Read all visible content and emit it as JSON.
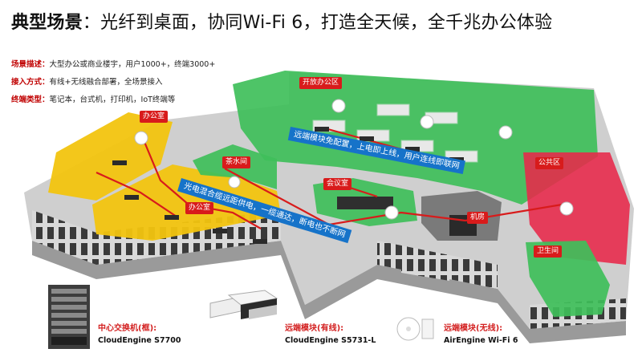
{
  "title": {
    "bold": "典型场景",
    "rest": "：光纤到桌面，协同Wi-Fi 6，打造全天候，全千兆办公体验"
  },
  "description": [
    {
      "key": "场景描述：",
      "value": "大型办公或商业楼宇，用户1000+，终端3000+"
    },
    {
      "key": "接入方式：",
      "value": "有线+无线融合部署，全场景接入"
    },
    {
      "key": "终端类型：",
      "value": "笔记本，台式机，打印机，IoT终端等"
    }
  ],
  "rooms": {
    "open_office": "开放办公区",
    "office_left": "办公室",
    "tea_room": "茶水间",
    "office_bottom": "办公室",
    "meeting_room": "会议室",
    "machine_room": "机房",
    "public_area": "公共区",
    "restroom": "卫生间"
  },
  "banners": {
    "upper": "远端模块免配置，上电即上线，用户连线即联网",
    "lower": "光电混合缆远距供电，一缆通达，断电也不断网"
  },
  "legend": [
    {
      "role": "中心交换机(框):",
      "model": "CloudEngine S7700"
    },
    {
      "role": "远端模块(有线):",
      "model": "CloudEngine S5731-L"
    },
    {
      "role": "远端模块(无线):",
      "model": "AirEngine Wi-Fi 6"
    }
  ],
  "colors": {
    "open_office_zone": "#3fbf5a",
    "office_zone": "#f2c40f",
    "public_zone": "#e8284a",
    "tag": "#d81b1b",
    "banner": "#1673c9",
    "cable": "#d81b1b"
  }
}
